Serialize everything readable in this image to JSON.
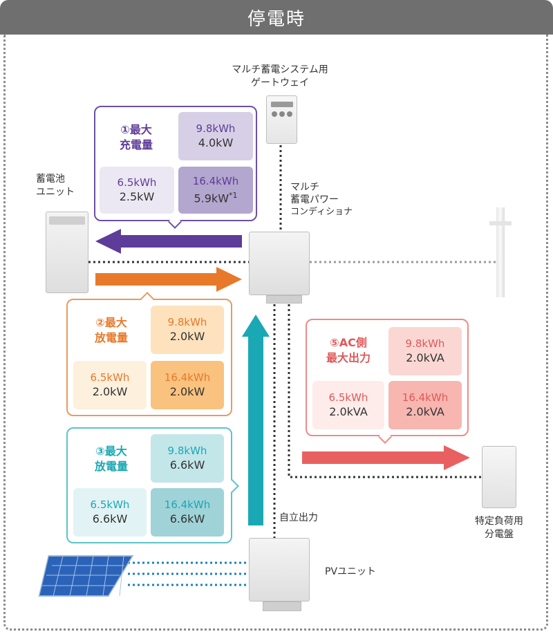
{
  "header": {
    "title": "停電時"
  },
  "labels": {
    "gateway": [
      "マルチ蓄電システム用",
      "ゲートウェイ"
    ],
    "battery": [
      "蓄電池",
      "ユニット"
    ],
    "conditioner": [
      "マルチ",
      "蓄電パワー",
      "コンディショナ"
    ],
    "self_output": "自立出力",
    "pv_unit": "PVユニット",
    "distribution": [
      "特定負荷用",
      "分電盤"
    ]
  },
  "colors": {
    "purple": "#5e3c99",
    "orange": "#e8792a",
    "teal": "#1aa8b4",
    "red": "#e96060"
  },
  "cards": {
    "charge": {
      "title": [
        "①最大",
        "充電量"
      ],
      "c1": {
        "a": "9.8kWh",
        "b": "4.0kW"
      },
      "c2": {
        "a": "6.5kWh",
        "b": "2.5kW"
      },
      "c3": {
        "a": "16.4kWh",
        "b": "5.9kW",
        "note": "*1"
      }
    },
    "discharge": {
      "title": [
        "②最大",
        "放電量"
      ],
      "c1": {
        "a": "9.8kWh",
        "b": "2.0kW"
      },
      "c2": {
        "a": "6.5kWh",
        "b": "2.0kW"
      },
      "c3": {
        "a": "16.4kWh",
        "b": "2.0kW"
      }
    },
    "pv": {
      "title": [
        "③最大",
        "放電量"
      ],
      "c1": {
        "a": "9.8kWh",
        "b": "6.6kW"
      },
      "c2": {
        "a": "6.5kWh",
        "b": "6.6kW"
      },
      "c3": {
        "a": "16.4kWh",
        "b": "6.6kW"
      }
    },
    "ac": {
      "title": [
        "⑤AC側",
        "最大出力"
      ],
      "c1": {
        "a": "9.8kWh",
        "b": "2.0kVA"
      },
      "c2": {
        "a": "6.5kWh",
        "b": "2.0kVA"
      },
      "c3": {
        "a": "16.4kWh",
        "b": "2.0kVA"
      }
    }
  }
}
